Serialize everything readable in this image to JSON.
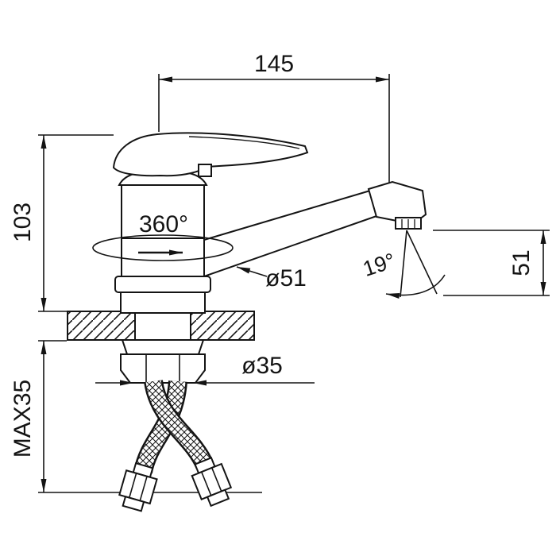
{
  "diagram": {
    "labels": {
      "spout_reach": "145",
      "body_height": "103",
      "swivel_range": "360°",
      "spout_diameter": "ø51",
      "stream_angle": "19°",
      "spout_height": "51",
      "shank_diameter": "ø35",
      "max_deck_thickness": "MAX35"
    },
    "colors": {
      "line": "#141414",
      "background": "#ffffff"
    }
  }
}
